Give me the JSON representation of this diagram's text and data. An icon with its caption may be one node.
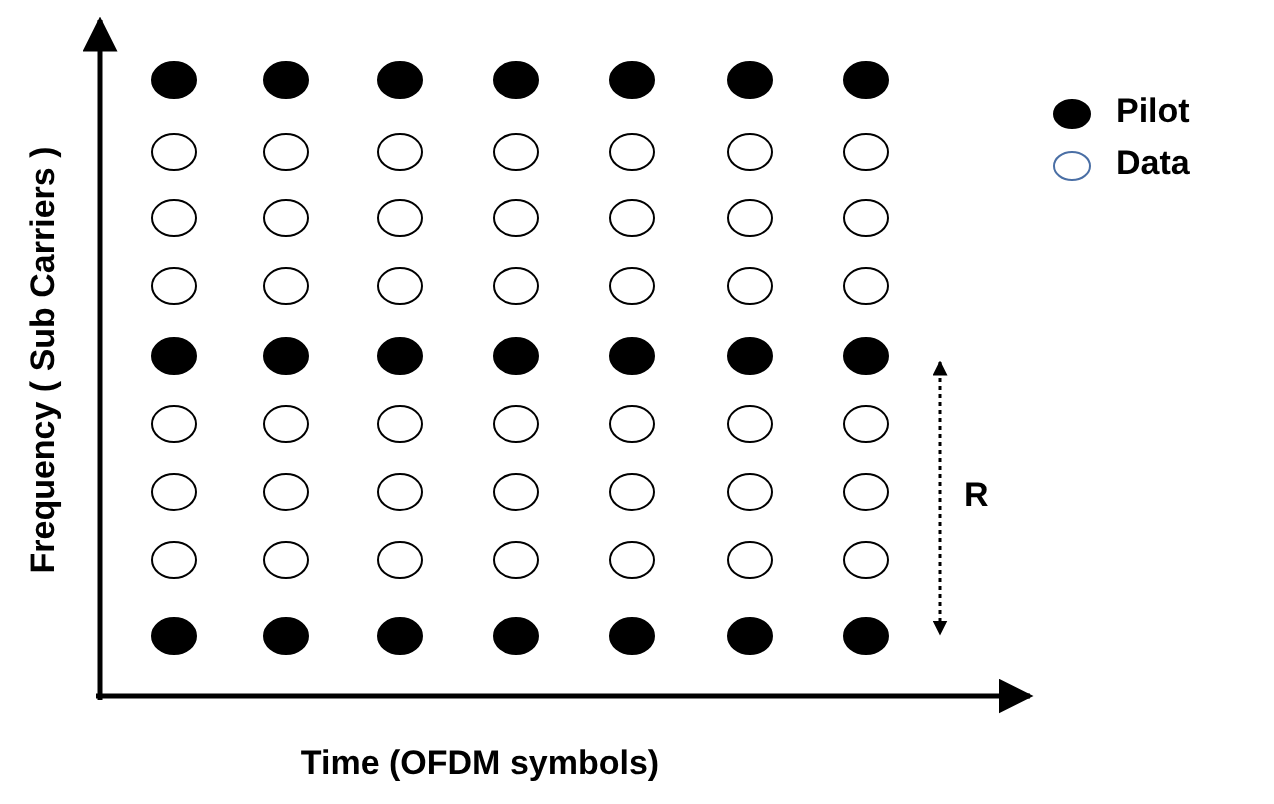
{
  "diagram": {
    "labels": [
      "Frequency ( Sub Carriers )",
      "R",
      "Time (OFDM symbols)"
    ],
    "legend": [
      {
        "text": "Pilot"
      },
      {
        "text": "Data"
      }
    ]
  }
}
